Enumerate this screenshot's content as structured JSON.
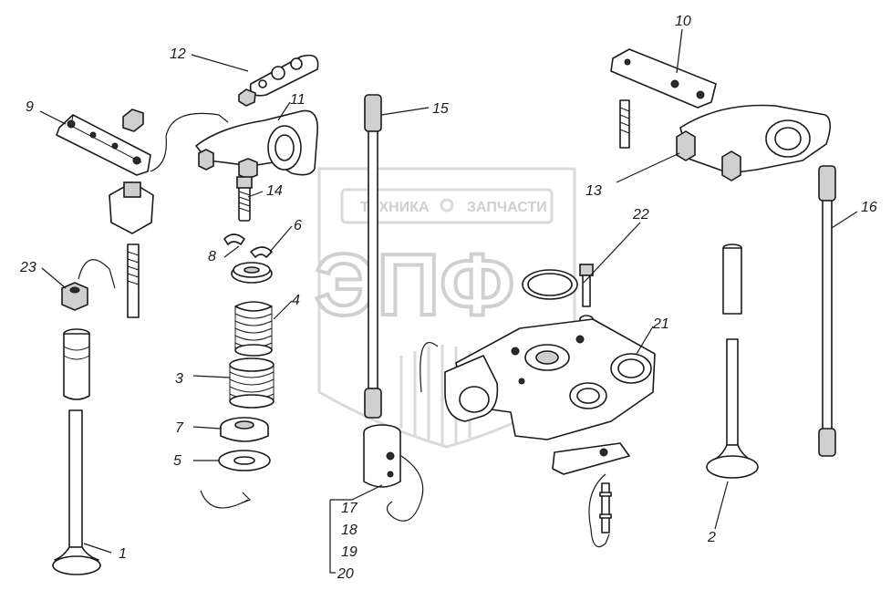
{
  "watermark": {
    "brand_left": "ТЕХНИКА",
    "brand_right": "ЗАПЧАСТИ",
    "logo": "ЭПФ",
    "gear_icon": "gear-icon"
  },
  "callouts": {
    "c1": "1",
    "c2": "2",
    "c3": "3",
    "c4": "4",
    "c5": "5",
    "c6": "6",
    "c7": "7",
    "c8": "8",
    "c9": "9",
    "c10": "10",
    "c11": "11",
    "c12": "12",
    "c13": "13",
    "c14": "14",
    "c15": "15",
    "c16": "16",
    "c17": "17",
    "c18": "18",
    "c19": "19",
    "c20": "20",
    "c21": "21",
    "c22": "22",
    "c23": "23"
  }
}
